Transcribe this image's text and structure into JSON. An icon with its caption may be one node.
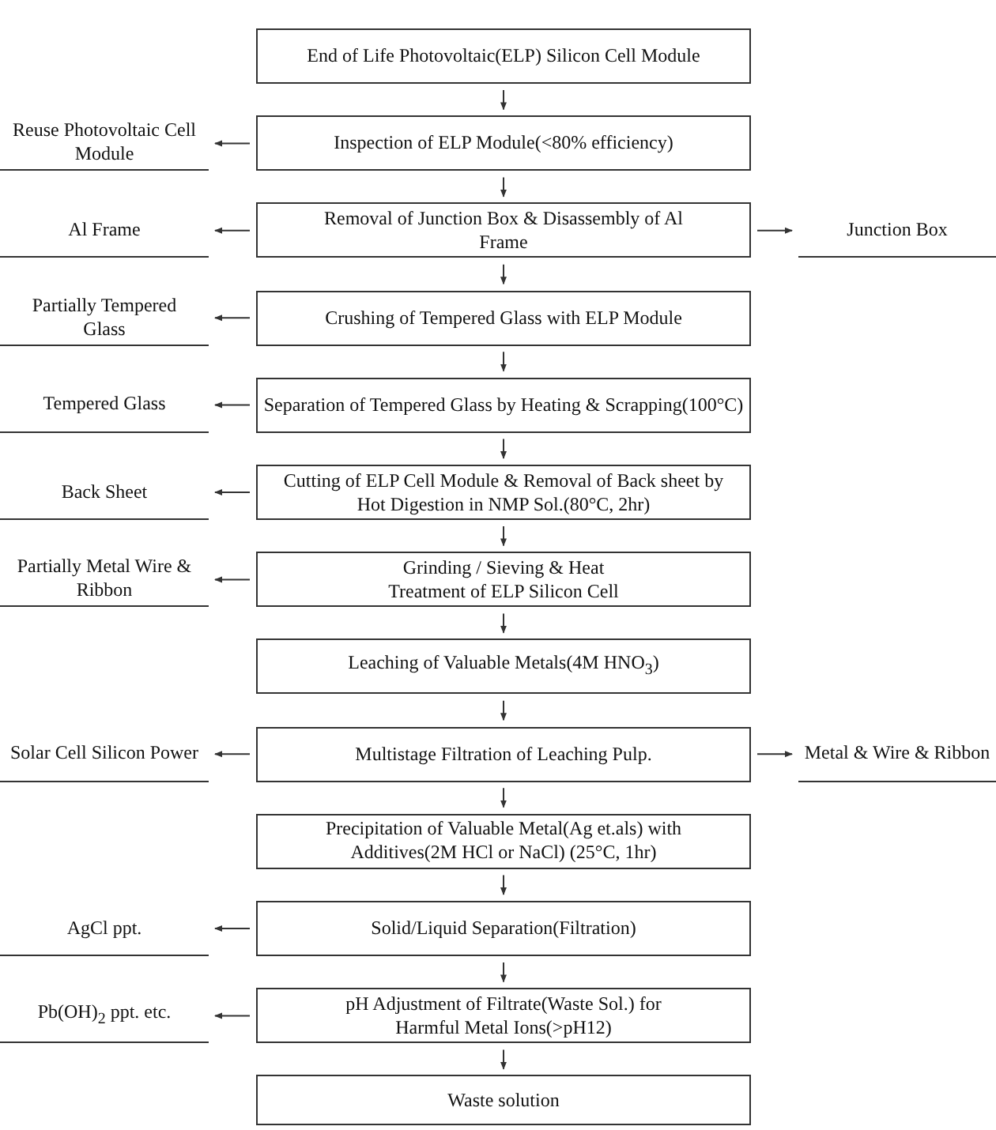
{
  "diagram": {
    "nodes": [
      {
        "text": [
          "End of Life Photovoltaic(ELP) Silicon Cell Module"
        ]
      },
      {
        "text": [
          "Inspection of ELP Module(<80% efficiency)"
        ]
      },
      {
        "text": [
          "Removal of Junction Box & Disassembly of Al Frame"
        ]
      },
      {
        "text": [
          "Crushing of Tempered Glass with ELP Module"
        ]
      },
      {
        "text": [
          "Separation of Tempered Glass by Heating & Scrapping(100°C)"
        ]
      },
      {
        "text": [
          "Cutting of ELP Cell Module & Removal of Back sheet by Hot Digestion in NMP Sol.(80°C, 2hr)"
        ]
      },
      {
        "text": [
          "Grinding / Sieving & Heat Treatment of ELP Silicon Cell"
        ]
      },
      {
        "text": [
          "Leaching of Valuable Metals(4M HNO$_{3}$)"
        ]
      },
      {
        "text": [
          "Multistage Filtration of Leaching Pulp."
        ]
      },
      {
        "text": [
          "Precipitation of Valuable Metal(Ag et.als) with Additives(2M HCl or NaCl) (25°C, 1hr)"
        ]
      },
      {
        "text": [
          "Solid/Liquid Separation(Filtration)"
        ]
      },
      {
        "text": [
          "pH Adjustment of Filtrate(Waste Sol.) for Harmful Metal Ions(>pH12)"
        ]
      },
      {
        "text": [
          "Waste solution"
        ]
      },
      {
        "text": [
          "Reuse Photovoltaic Cell Module"
        ]
      },
      {
        "text": [
          "Al Frame"
        ]
      },
      {
        "text": [
          "Junction Box"
        ]
      },
      {
        "text": [
          "Partially Tempered Glass"
        ]
      },
      {
        "text": [
          "Tempered Glass"
        ]
      },
      {
        "text": [
          "Back Sheet"
        ]
      },
      {
        "text": [
          "Partially Metal Wire & Ribbon"
        ]
      },
      {
        "text": [
          "Solar Cell Silicon Power"
        ]
      },
      {
        "text": [
          "Metal & Wire & Ribbon"
        ]
      },
      {
        "text": [
          "AgCl ppt."
        ]
      },
      {
        "text": [
          "Pb(OH)$_{2}$ ppt. etc."
        ]
      }
    ],
    "edges": [
      {
        "from": 0,
        "to": 1,
        "arrow": "to"
      },
      {
        "from": 1,
        "to": 2,
        "arrow": "to"
      },
      {
        "from": 2,
        "to": 3,
        "arrow": "to"
      },
      {
        "from": 3,
        "to": 4,
        "arrow": "to"
      },
      {
        "from": 4,
        "to": 5,
        "arrow": "to"
      },
      {
        "from": 5,
        "to": 6,
        "arrow": "to"
      },
      {
        "from": 6,
        "to": 7,
        "arrow": "to"
      },
      {
        "from": 7,
        "to": 8,
        "arrow": "to"
      },
      {
        "from": 8,
        "to": 9,
        "arrow": "to"
      },
      {
        "from": 9,
        "to": 10,
        "arrow": "to"
      },
      {
        "from": 10,
        "to": 11,
        "arrow": "to"
      },
      {
        "from": 11,
        "to": 12,
        "arrow": "to"
      },
      {
        "from": 1,
        "to": 13,
        "arrow": "to"
      },
      {
        "from": 2,
        "to": 14,
        "arrow": "to"
      },
      {
        "from": 2,
        "to": 15,
        "arrow": "to"
      },
      {
        "from": 3,
        "to": 16,
        "arrow": "to"
      },
      {
        "from": 4,
        "to": 17,
        "arrow": "to"
      },
      {
        "from": 5,
        "to": 18,
        "arrow": "to"
      },
      {
        "from": 6,
        "to": 19,
        "arrow": "to"
      },
      {
        "from": 8,
        "to": 20,
        "arrow": "to"
      },
      {
        "from": 8,
        "to": 21,
        "arrow": "to"
      },
      {
        "from": 10,
        "to": 22,
        "arrow": "to"
      },
      {
        "from": 11,
        "to": 23,
        "arrow": "to"
      }
    ]
  }
}
